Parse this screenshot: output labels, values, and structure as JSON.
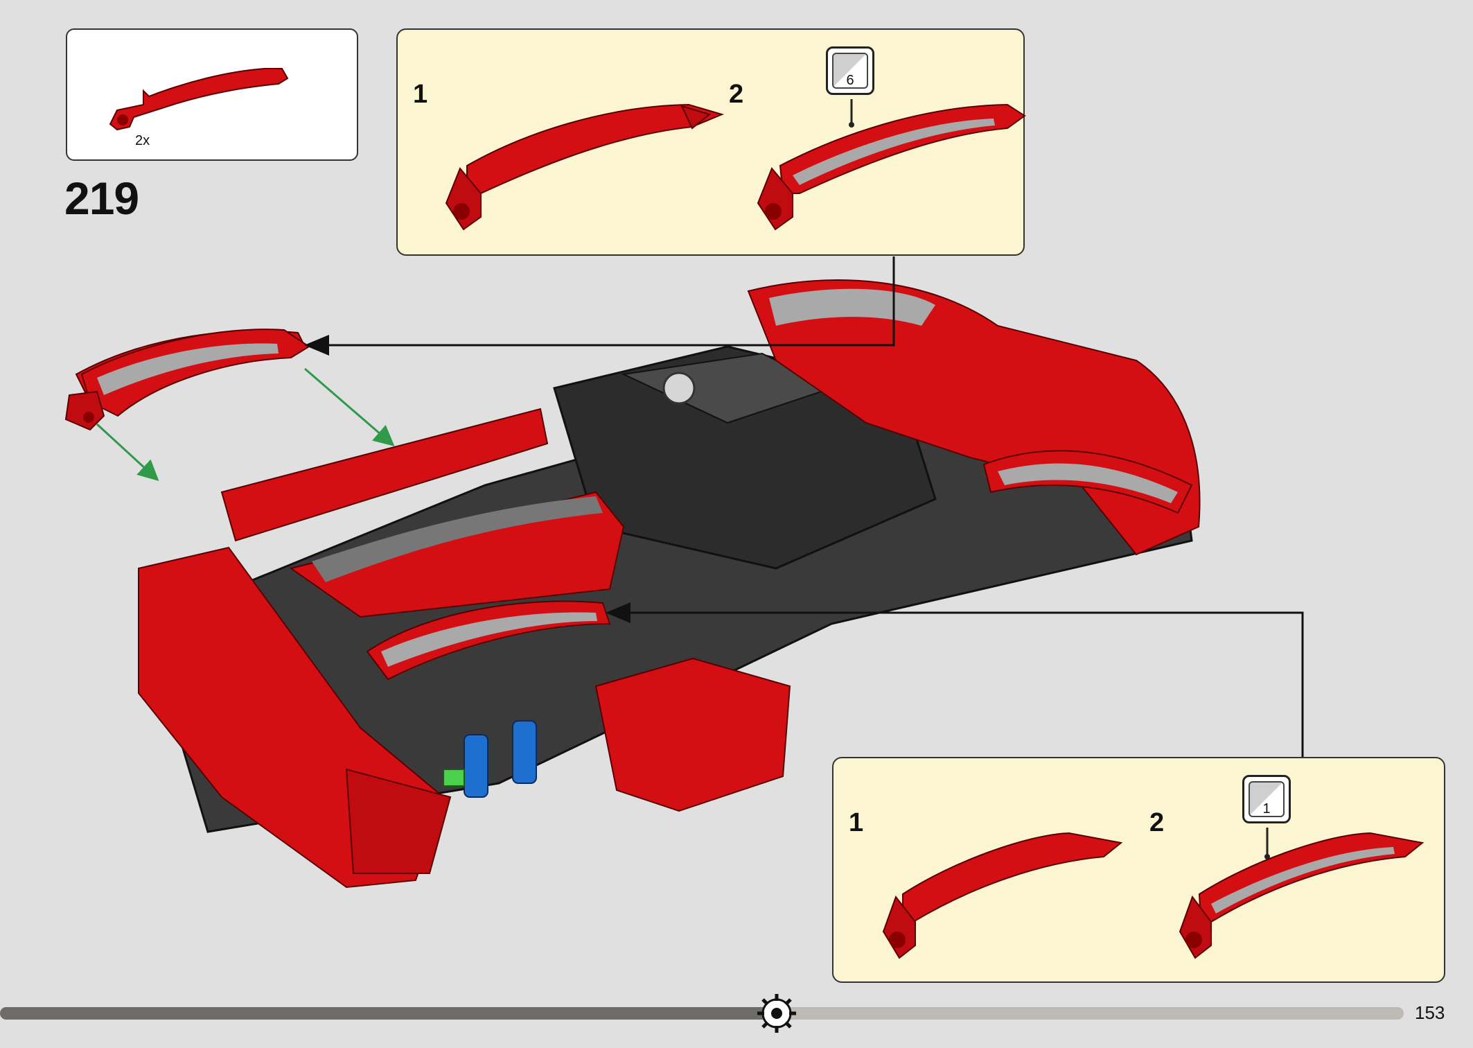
{
  "step": {
    "number": "219"
  },
  "parts_list": {
    "quantity": "2x",
    "part_color": "#d40f14"
  },
  "callouts": {
    "top": {
      "sub1": "1",
      "sub2": "2",
      "sticker": "6"
    },
    "bottom": {
      "sub1": "1",
      "sub2": "2",
      "sticker": "1"
    }
  },
  "footer": {
    "page_number": "153",
    "progress": 0.555,
    "icon": "gear-icon"
  },
  "colors": {
    "background": "#e0e0e0",
    "callout_bg": "#fcf5d1",
    "brick_red": "#d40f14",
    "sticker_gray": "#a9a9a9",
    "chassis_dark": "#3a3a3a",
    "arrow_green": "#2e9a4a",
    "technic_blue": "#1f6fd1"
  }
}
